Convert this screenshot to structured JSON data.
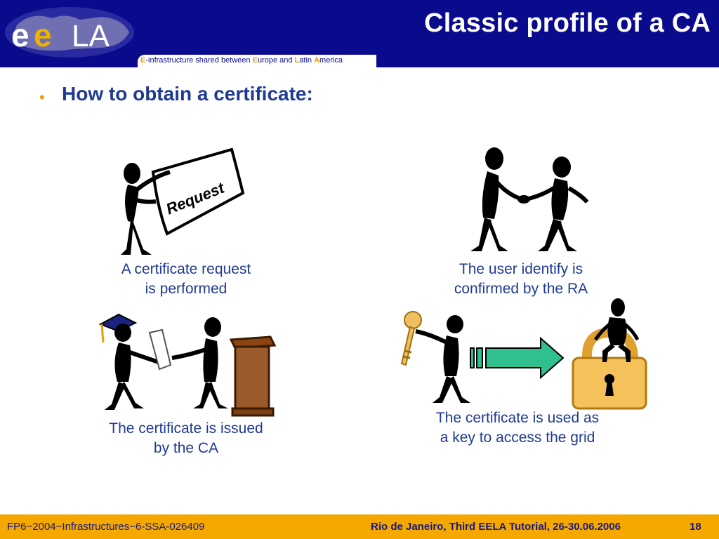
{
  "header": {
    "title": "Classic profile of a CA",
    "subtitle_parts": [
      "E",
      "-infrastructure shared between ",
      "E",
      "urope and ",
      "L",
      "atin ",
      "A",
      "merica"
    ],
    "logo_text": "ee LA",
    "colors": {
      "band": "#0a0a8c",
      "accent": "#e8a000"
    }
  },
  "content": {
    "bullet": "How to obtain a certificate:",
    "request_label": "Request",
    "steps": [
      {
        "line1": "A certificate request",
        "line2": "is performed"
      },
      {
        "line1": "The user identify is",
        "line2": "confirmed by the RA"
      },
      {
        "line1": "The certificate is issued",
        "line2": "by the CA"
      },
      {
        "line1": "The certificate is used as",
        "line2": "a key to access the grid"
      }
    ]
  },
  "footer": {
    "left": "FP6−2004−Infrastructures−6-SSA-026409",
    "right": "Rio de Janeiro, Third EELA Tutorial, 26-30.06.2006",
    "page": "18"
  }
}
